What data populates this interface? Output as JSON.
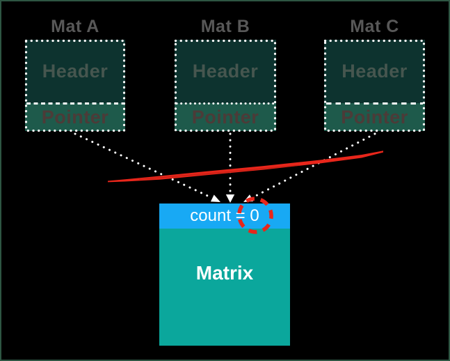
{
  "canvas": {
    "background": "#000000",
    "border_color": "#2e5643"
  },
  "mats": [
    {
      "name": "Mat A",
      "header_label": "Header",
      "pointer_label": "Pointer"
    },
    {
      "name": "Mat B",
      "header_label": "Header",
      "pointer_label": "Pointer"
    },
    {
      "name": "Mat C",
      "header_label": "Header",
      "pointer_label": "Pointer"
    }
  ],
  "matrix": {
    "count_label": "count = 0",
    "body_label": "Matrix"
  },
  "annotations": {
    "strike_line": "red-marker-strike-through-pointer-arrows",
    "highlight_circle": "red-dashed-circle-around-count-zero"
  },
  "colors": {
    "white": "#ffffff",
    "mat_header_bg": "#0d332f",
    "mat_pointer_bg": "#1e5a4b",
    "mat_label_text": "#585858",
    "header_text": "#46564f",
    "pointer_text": "#4c3b38",
    "matrix_count_bg": "#18a9f4",
    "matrix_body_bg": "#0ba79c",
    "matrix_text": "#ffffff",
    "annotation_red": "#e8261b",
    "annotation_red_dark": "#b51d12"
  }
}
